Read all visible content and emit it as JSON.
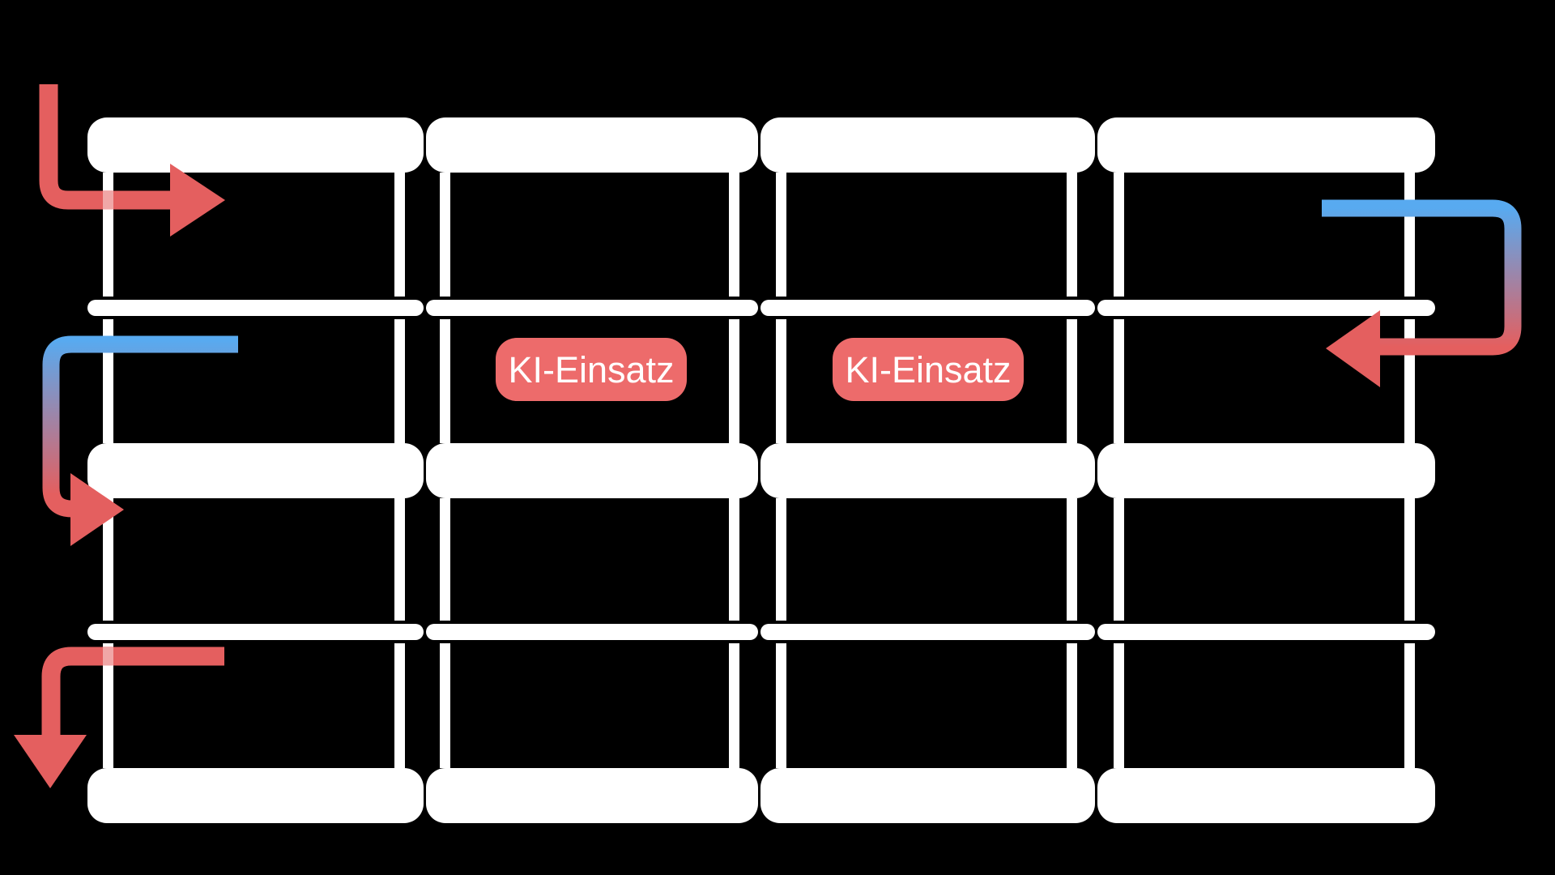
{
  "diagram": {
    "badges": [
      {
        "label": "KI-Einsatz"
      },
      {
        "label": "KI-Einsatz"
      }
    ],
    "icons": [
      "red-arrow-down-right-icon",
      "blue-red-arrow-left-down-right-icon",
      "red-arrow-left-down-icon",
      "blue-red-arrow-right-down-left-icon"
    ],
    "grid": {
      "columns": 4,
      "stage_rows": 3,
      "connector_rows": 2
    }
  },
  "colors": {
    "bg": "#000000",
    "bar": "#ffffff",
    "badge-red": "#ed6b6b",
    "arrow-red": "#e45f5f",
    "arrow-blue": "#58aaf0"
  }
}
